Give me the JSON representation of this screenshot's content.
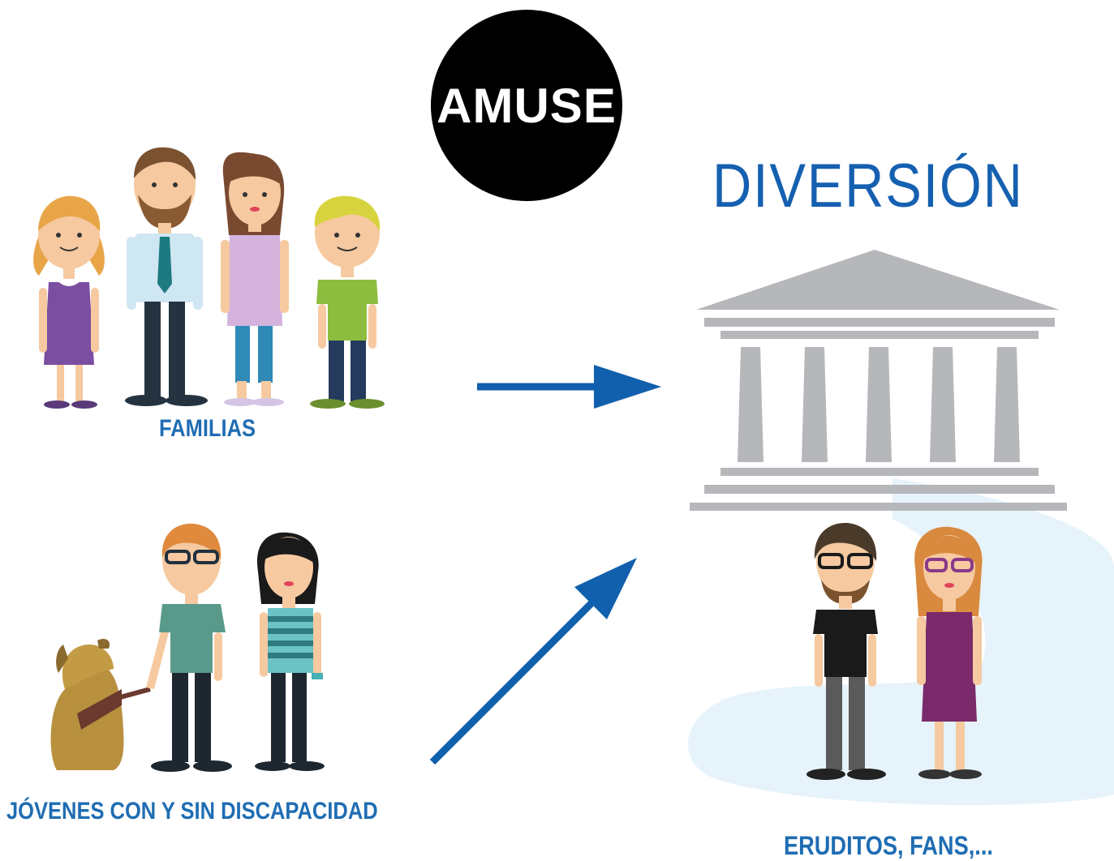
{
  "logo": {
    "text": "AMUSE",
    "bg_color": "#000000",
    "text_color": "#ffffff"
  },
  "title": {
    "text": "DIVERSIÓN",
    "color": "#1560b0"
  },
  "groups": {
    "familias": {
      "label": "FAMILIAS"
    },
    "jovenes": {
      "label": "JÓVENES CON Y SIN DISCAPACIDAD"
    },
    "eruditos": {
      "label": "ERUDITOS, FANS,..."
    }
  },
  "colors": {
    "arrow": "#1160ad",
    "temple": "#b5b7ba",
    "label": "#1f6db3",
    "background_swirl": "#e6f3fa"
  },
  "icons": [
    "museum-temple-icon",
    "arrow-right-icon",
    "arrow-diagonal-icon",
    "guide-dog-icon"
  ]
}
